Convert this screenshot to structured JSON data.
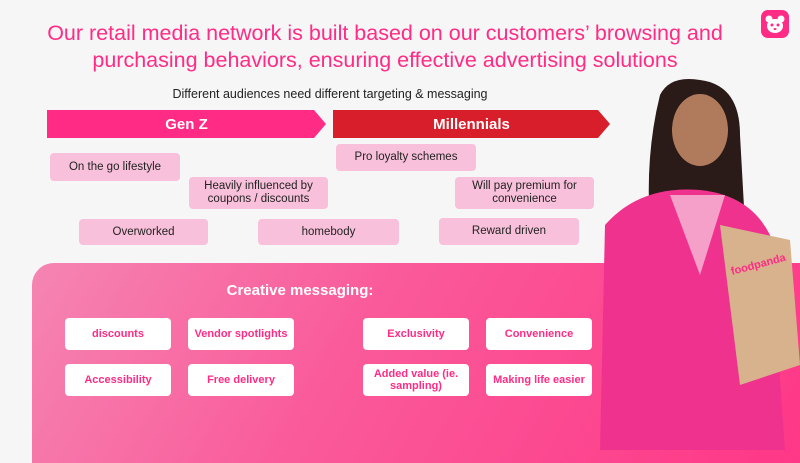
{
  "title": "Our retail media network is built based on our customers’  browsing and purchasing behaviors, ensuring effective advertising solutions",
  "subtitle": "Different audiences need different targeting & messaging",
  "segments": {
    "genz": "Gen Z",
    "millennials": "Millennials"
  },
  "genz_traits": [
    "On the go lifestyle",
    "Heavily influenced by coupons / discounts",
    "Overworked",
    "homebody"
  ],
  "millennial_traits": [
    "Pro loyalty schemes",
    "Will pay premium for convenience",
    "Reward driven"
  ],
  "creative": {
    "title": "Creative messaging:",
    "items": [
      "discounts",
      "Vendor spotlights",
      "Accessibility",
      "Free delivery",
      "Exclusivity",
      "Convenience",
      "Added value (ie. sampling)",
      "Making life easier"
    ]
  },
  "bag_brand": "foodpanda",
  "colors": {
    "brand": "#ff2b85",
    "millennials": "#d81e2b"
  }
}
